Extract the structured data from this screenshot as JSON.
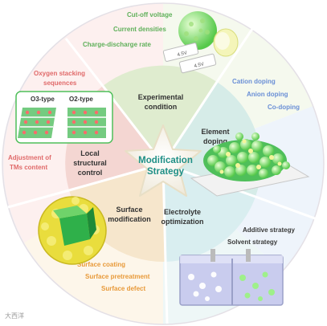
{
  "center": {
    "line1": "Modification",
    "line2": "Strategy"
  },
  "sectors": {
    "experimental": {
      "line1": "Experimental",
      "line2": "condition"
    },
    "element": {
      "line1": "Element",
      "line2": "doping"
    },
    "electrolyte": {
      "line1": "Electrolyte",
      "line2": "optimization"
    },
    "surface": {
      "line1": "Surface",
      "line2": "modification"
    },
    "local": {
      "line1": "Local",
      "line2": "structural",
      "line3": "control"
    }
  },
  "outer": {
    "cutoff": "Cut-off voltage",
    "current": "Current densities",
    "rate": "Charge-discharge rate",
    "cation": "Cation doping",
    "anion": "Anion doping",
    "codoping": "Co-doping",
    "additive": "Additive strategy",
    "solvent": "Solvent strategy",
    "coating": "Surface coating",
    "pretreat": "Surface pretreatment",
    "defect": "Surface defect",
    "oxygen1": "Oxygen stacking",
    "oxygen2": "sequences",
    "adjust1": "Adjustment of",
    "adjust2": "TMs content"
  },
  "inset": {
    "o3": "O3-type",
    "o2": "O2-type"
  },
  "battery": {
    "label1": "4.5V",
    "label2": "4.5V"
  },
  "watermark": "大西洋",
  "colors": {
    "experimental": "#dfeccf",
    "element": "#d6ece8",
    "electrolyte": "#d9eef0",
    "surface": "#f6e6cc",
    "local": "#f4d6d2",
    "accent": "#1f8f86",
    "green_text": "#5fb05a",
    "blue_text": "#6a8fd6",
    "orange_text": "#e89a3a",
    "red_text": "#e06a6a"
  }
}
